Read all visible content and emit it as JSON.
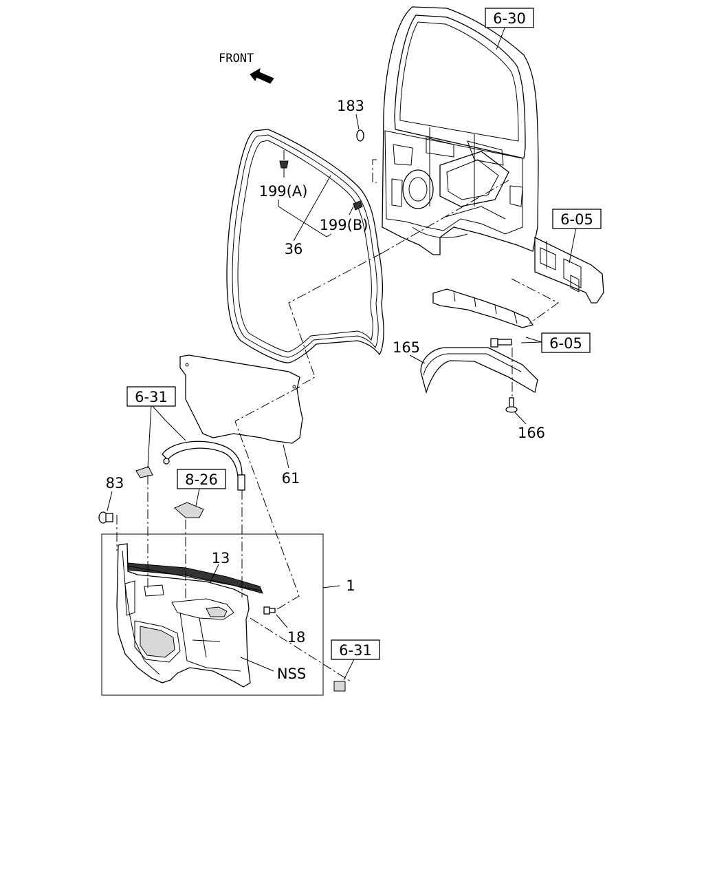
{
  "orientation": {
    "text": "FRONT",
    "icon": "arrow-icon"
  },
  "refs": {
    "door_frame": "6-30",
    "panel_a": "6-05",
    "panel_b": "6-05",
    "clip_top": "6-31",
    "clip_bottom": "6-31",
    "pocket": "8-26"
  },
  "parts": {
    "p183": "183",
    "p199a": "199(A)",
    "p199b": "199(B)",
    "p36": "36",
    "p165": "165",
    "p166": "166",
    "p61": "61",
    "p83": "83",
    "p13": "13",
    "p1": "1",
    "p18": "18",
    "nss": "NSS"
  }
}
